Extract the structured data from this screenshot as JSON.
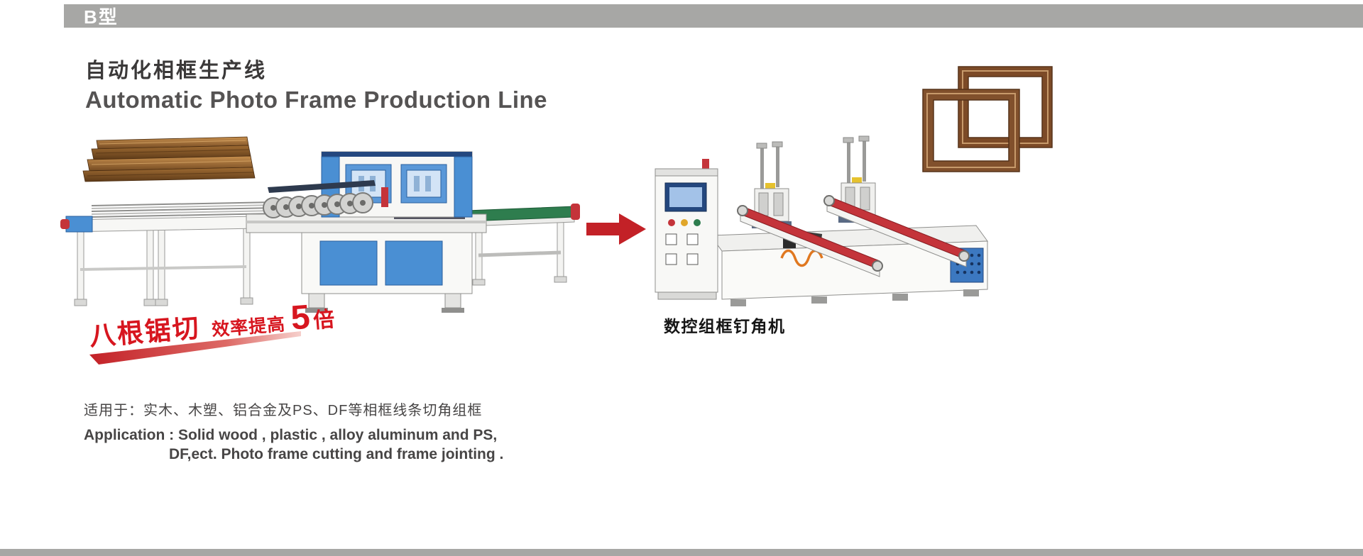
{
  "header": {
    "model_label": "B型"
  },
  "title": {
    "cn": "自动化相框生产线",
    "en": "Automatic Photo Frame Production Line"
  },
  "promo": {
    "lead": "八根锯切",
    "sub": "效率提高",
    "number": "5",
    "unit": "倍"
  },
  "machines": {
    "right_caption": "数控组框钉角机"
  },
  "application": {
    "cn": "适用于：实木、木塑、铝合金及PS、DF等相框线条切角组框",
    "en_line1": "Application : Solid wood , plastic , alloy aluminum and PS,",
    "en_line2": "DF,ect. Photo frame cutting and frame jointing ."
  },
  "icons": {
    "flow_arrow": "right-block-arrow"
  },
  "colors": {
    "bar_gray": "#a7a7a5",
    "accent_red": "#d7161f",
    "machine_blue": "#4a8fd3",
    "conveyor_green": "#2e7d4e",
    "frame_brown": "#7c4a27",
    "title_gray": "#555353",
    "text_gray": "#474545"
  }
}
